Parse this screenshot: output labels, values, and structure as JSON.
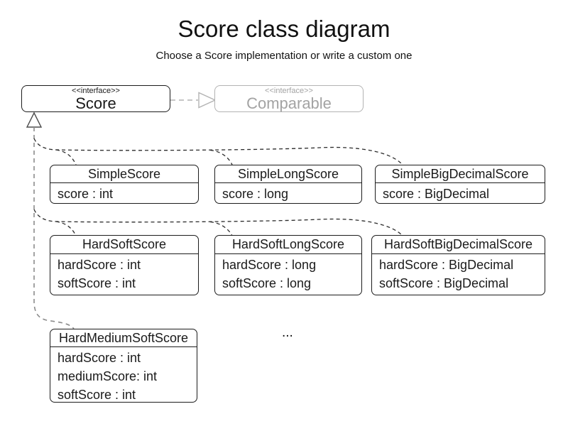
{
  "page": {
    "title": "Score class diagram",
    "subtitle": "Choose a Score implementation or write a custom one"
  },
  "interfaces": {
    "score": {
      "stereotype": "<<interface>>",
      "name": "Score"
    },
    "comparable": {
      "stereotype": "<<interface>>",
      "name": "Comparable"
    }
  },
  "classes": [
    {
      "name": "SimpleScore",
      "attributes": [
        "score : int"
      ]
    },
    {
      "name": "SimpleLongScore",
      "attributes": [
        "score : long"
      ]
    },
    {
      "name": "SimpleBigDecimalScore",
      "attributes": [
        "score : BigDecimal"
      ]
    },
    {
      "name": "HardSoftScore",
      "attributes": [
        "hardScore : int",
        "softScore : int"
      ]
    },
    {
      "name": "HardSoftLongScore",
      "attributes": [
        "hardScore : long",
        "softScore : long"
      ]
    },
    {
      "name": "HardSoftBigDecimalScore",
      "attributes": [
        "hardScore : BigDecimal",
        "softScore : BigDecimal"
      ]
    },
    {
      "name": "HardMediumSoftScore",
      "attributes": [
        "hardScore : int",
        "mediumScore: int",
        "softScore : int"
      ]
    }
  ],
  "ellipsis": "...",
  "colors": {
    "text": "#1a1a1a",
    "muted_gray": "#a3a3a3",
    "muted_border": "#b3b3b3",
    "connector_dark": "#2b2b2b",
    "trunk_gray": "#8c8c8c",
    "box_fill": "#ffffff"
  }
}
